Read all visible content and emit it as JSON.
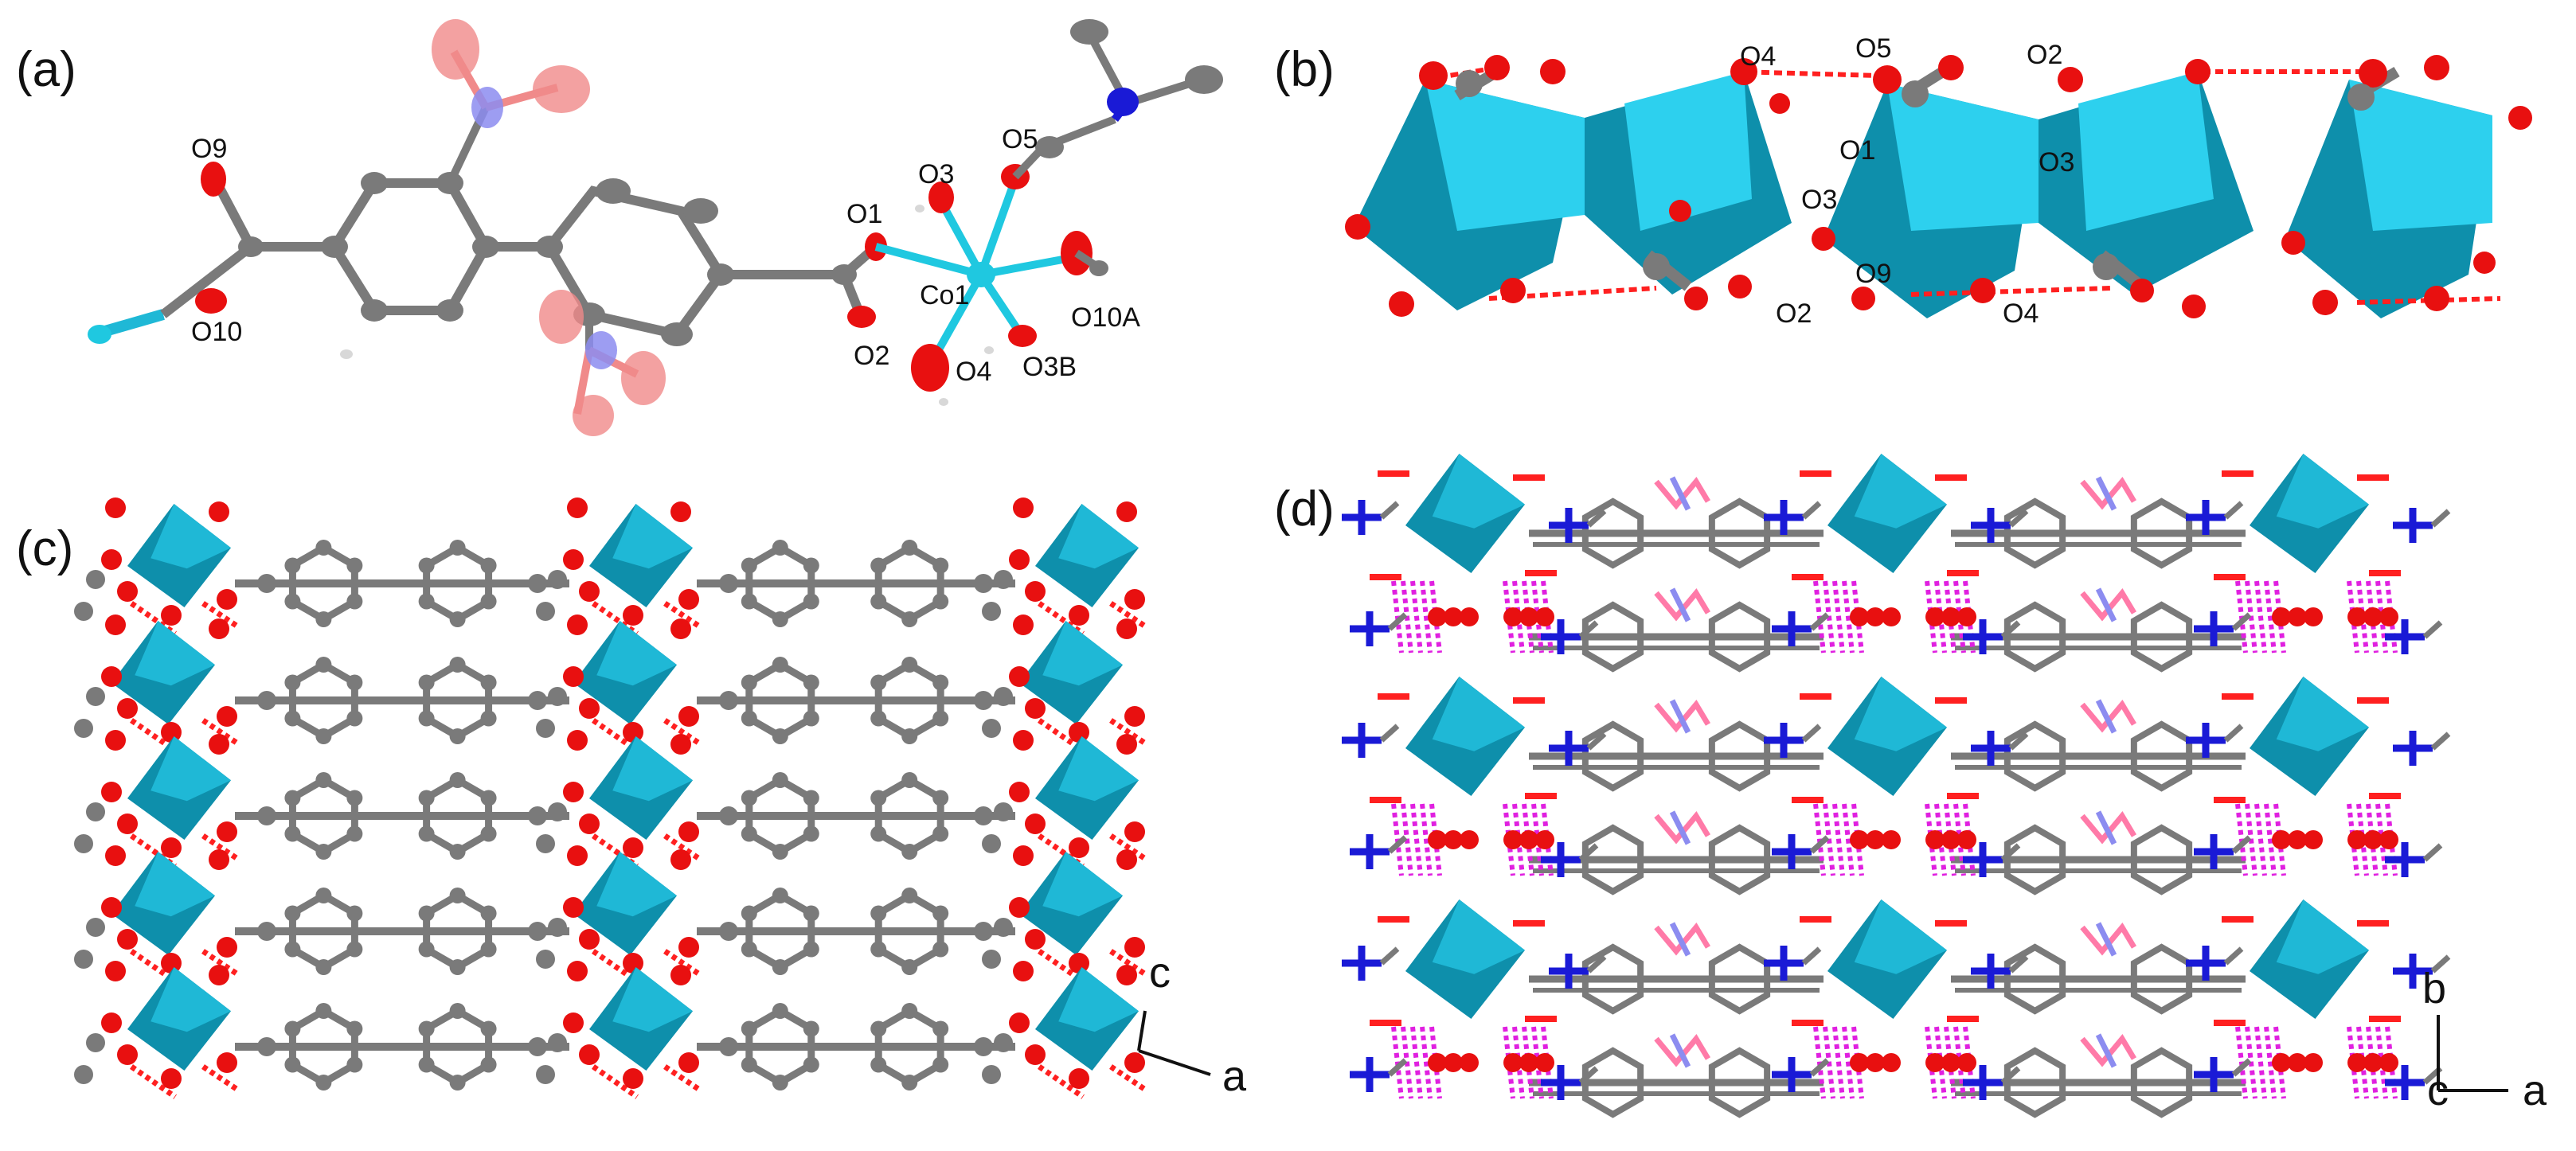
{
  "panels": {
    "a": {
      "label": "(a)"
    },
    "b": {
      "label": "(b)"
    },
    "c": {
      "label": "(c)"
    },
    "d": {
      "label": "(d)"
    }
  },
  "atom_labels_a": [
    "O9",
    "O10",
    "O3",
    "O5",
    "O1",
    "Co1",
    "O2",
    "O4",
    "O3B",
    "O10A"
  ],
  "atom_labels_b": [
    "O4",
    "O5",
    "O2",
    "O1",
    "O3",
    "O3",
    "O9",
    "O2",
    "O4"
  ],
  "axes": {
    "c_panel": {
      "vertical": "c",
      "horizontal": "a"
    },
    "d_panel": {
      "vertical": "b",
      "origin": "c",
      "horizontal": "a"
    }
  },
  "colors": {
    "cobalt_polyhedron": "#1fb8d6",
    "cobalt_polyhedron_dark": "#0e8fab",
    "carbon": "#7a7a7a",
    "oxygen": "#e81010",
    "nitrogen": "#1a1ad6",
    "nitrogen_faded": "#8c8cf0",
    "oxygen_faded": "#f08a8a",
    "hbond_red": "#ff2020",
    "hbond_magenta": "#e020e0",
    "hydrogen": "#d8d8d8"
  }
}
